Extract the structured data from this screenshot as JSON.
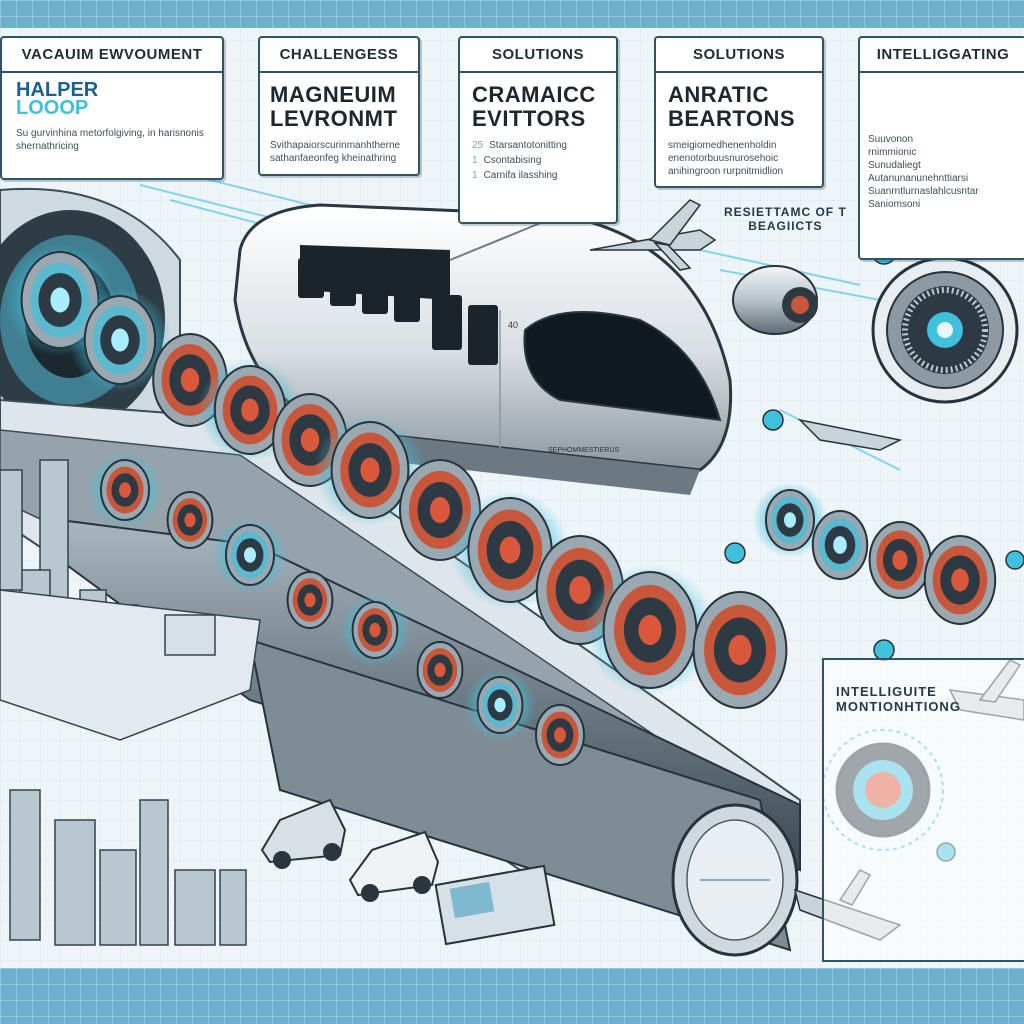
{
  "top_panels": [
    {
      "heading": "VACAUIM EWVOUMENT",
      "logo_line1": "HALPER",
      "logo_line2": "LOOOP",
      "body": "Su gurvinhina metorfolgiving, in harisnonis shernathricing"
    },
    {
      "heading": "CHALLENGESS",
      "title_line1": "MAGNEUIM",
      "title_line2": "LEVRONMT",
      "body": "Svithapaiorscurinmanhtherne sathanfaeonfeg kheinathring"
    },
    {
      "heading": "SOLUTIONS",
      "title_line1": "CRAMAICC",
      "title_line2": "EVITTORS",
      "bullets": [
        {
          "num": "25",
          "text": "Starsantotonitting"
        },
        {
          "num": "1",
          "text": "Csontabising"
        },
        {
          "num": "1",
          "text": "Carnifa ilasshing"
        }
      ]
    },
    {
      "heading": "SOLUTIONS",
      "title_line1": "ANRATIC",
      "title_line2": "BEARTONS",
      "body": "smeigiomedhenenholdin enenotorbuusnurosehoic anihingroon rurpnitmidlion"
    },
    {
      "heading": "INTELLIGGATING",
      "body_lines": [
        "Suuvonon rnimmionic",
        "Sunudaliegt",
        "Autanunanunehnttiarsi",
        "Suanrntlurnaslahlcusntar",
        "Saniomsoni"
      ]
    }
  ],
  "resistance_label": {
    "line1": "RESIETTAMC OF T",
    "line2": "BEAGIICTS"
  },
  "monitor_label": {
    "line1": "INTELLIGUITE",
    "line2": "MONTIONHTIONG"
  },
  "train_text": {
    "number": "40",
    "plate": "SEPHOMMESTIERUS"
  },
  "colors": {
    "accent": "#3fc0dc",
    "copper": "#c8563a",
    "steel": "#8b98a2",
    "ink": "#22313c",
    "panel_border": "#2f5468"
  }
}
